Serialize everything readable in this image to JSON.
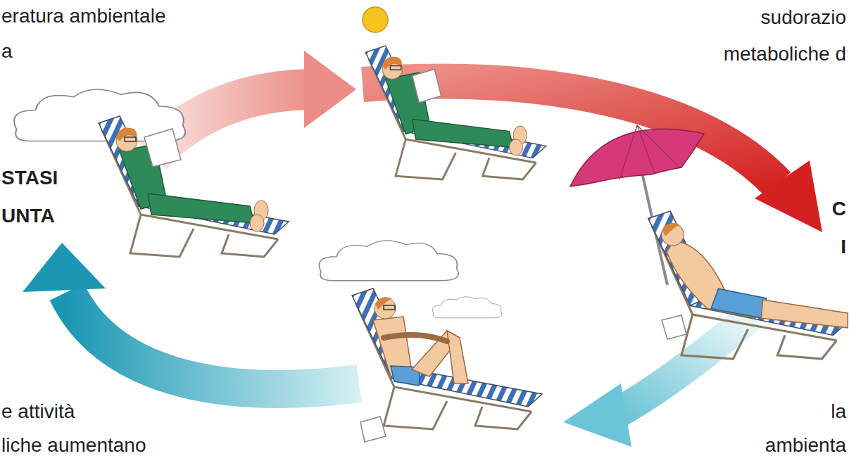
{
  "diagram": {
    "labels": [
      "eratura ambientale",
      "a",
      "sudorazio",
      "metaboliche d",
      "STASI",
      "UNTA",
      "C",
      "I",
      "e attività",
      "liche aumentano",
      "la",
      "ambienta"
    ]
  }
}
